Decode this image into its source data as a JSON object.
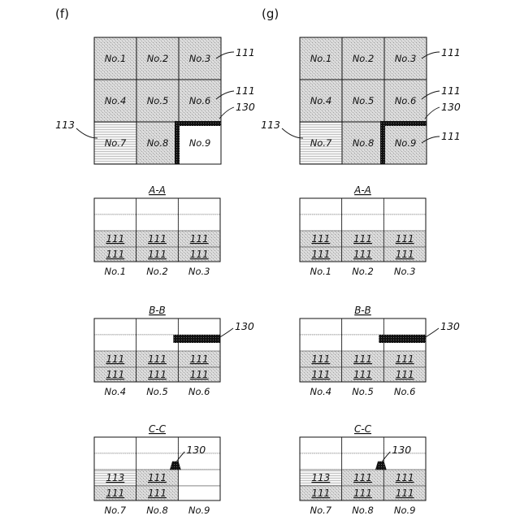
{
  "figures": [
    {
      "label": "(f)",
      "grid": [
        {
          "label": "No.1",
          "fill": "gray"
        },
        {
          "label": "No.2",
          "fill": "gray"
        },
        {
          "label": "No.3",
          "fill": "gray"
        },
        {
          "label": "No.4",
          "fill": "gray"
        },
        {
          "label": "No.5",
          "fill": "gray"
        },
        {
          "label": "No.6",
          "fill": "gray"
        },
        {
          "label": "No.7",
          "fill": "hatch"
        },
        {
          "label": "No.8",
          "fill": "gray"
        },
        {
          "label": "No.9",
          "fill": "white"
        }
      ],
      "grid_refs": [
        {
          "text": "111",
          "at": "row1-right"
        },
        {
          "text": "111",
          "at": "row2-right"
        },
        {
          "text": "130",
          "at": "wall-right"
        },
        {
          "text": "113",
          "at": "row3-left"
        }
      ],
      "sections": [
        {
          "title": "A-A",
          "rows": [
            [
              "",
              "",
              ""
            ],
            [
              "",
              "",
              ""
            ],
            [
              "111",
              "111",
              "111"
            ],
            [
              "111",
              "111",
              "111"
            ]
          ],
          "row_fills": [
            [
              "white",
              "white",
              "white"
            ],
            [
              "white",
              "white",
              "white"
            ],
            [
              "gray",
              "gray",
              "gray"
            ],
            [
              "gray",
              "gray",
              "gray"
            ]
          ],
          "cols": [
            "No.1",
            "No.2",
            "No.3"
          ],
          "wall": "none",
          "ref": ""
        },
        {
          "title": "B-B",
          "rows": [
            [
              "",
              "",
              ""
            ],
            [
              "",
              "",
              ""
            ],
            [
              "111",
              "111",
              "111"
            ],
            [
              "111",
              "111",
              "111"
            ]
          ],
          "row_fills": [
            [
              "white",
              "white",
              "white"
            ],
            [
              "white",
              "white",
              "white"
            ],
            [
              "gray",
              "gray",
              "gray"
            ],
            [
              "gray",
              "gray",
              "gray"
            ]
          ],
          "cols": [
            "No.4",
            "No.5",
            "No.6"
          ],
          "wall": "bar",
          "ref": "130"
        },
        {
          "title": "C-C",
          "rows": [
            [
              "",
              "",
              ""
            ],
            [
              "",
              "",
              ""
            ],
            [
              "113",
              "111",
              ""
            ],
            [
              "111",
              "111",
              ""
            ]
          ],
          "row_fills": [
            [
              "white",
              "white",
              "white"
            ],
            [
              "white",
              "white",
              "white"
            ],
            [
              "hatch",
              "gray",
              "white"
            ],
            [
              "gray",
              "gray",
              "white"
            ]
          ],
          "cols": [
            "No.7",
            "No.8",
            "No.9"
          ],
          "wall": "trapezoid",
          "ref": "130"
        }
      ]
    },
    {
      "label": "(g)",
      "grid": [
        {
          "label": "No.1",
          "fill": "gray"
        },
        {
          "label": "No.2",
          "fill": "gray"
        },
        {
          "label": "No.3",
          "fill": "gray"
        },
        {
          "label": "No.4",
          "fill": "gray"
        },
        {
          "label": "No.5",
          "fill": "gray"
        },
        {
          "label": "No.6",
          "fill": "gray"
        },
        {
          "label": "No.7",
          "fill": "hatch"
        },
        {
          "label": "No.8",
          "fill": "gray"
        },
        {
          "label": "No.9",
          "fill": "gray"
        }
      ],
      "grid_refs": [
        {
          "text": "111",
          "at": "row1-right"
        },
        {
          "text": "111",
          "at": "row2-right"
        },
        {
          "text": "130",
          "at": "wall-right"
        },
        {
          "text": "111",
          "at": "row3-right"
        },
        {
          "text": "113",
          "at": "row3-left"
        }
      ],
      "sections": [
        {
          "title": "A-A",
          "rows": [
            [
              "",
              "",
              ""
            ],
            [
              "",
              "",
              ""
            ],
            [
              "111",
              "111",
              "111"
            ],
            [
              "111",
              "111",
              "111"
            ]
          ],
          "row_fills": [
            [
              "white",
              "white",
              "white"
            ],
            [
              "white",
              "white",
              "white"
            ],
            [
              "gray",
              "gray",
              "gray"
            ],
            [
              "gray",
              "gray",
              "gray"
            ]
          ],
          "cols": [
            "No.1",
            "No.2",
            "No.3"
          ],
          "wall": "none",
          "ref": ""
        },
        {
          "title": "B-B",
          "rows": [
            [
              "",
              "",
              ""
            ],
            [
              "",
              "",
              ""
            ],
            [
              "111",
              "111",
              "111"
            ],
            [
              "111",
              "111",
              "111"
            ]
          ],
          "row_fills": [
            [
              "white",
              "white",
              "white"
            ],
            [
              "white",
              "white",
              "white"
            ],
            [
              "gray",
              "gray",
              "gray"
            ],
            [
              "gray",
              "gray",
              "gray"
            ]
          ],
          "cols": [
            "No.4",
            "No.5",
            "No.6"
          ],
          "wall": "bar",
          "ref": "130"
        },
        {
          "title": "C-C",
          "rows": [
            [
              "",
              "",
              ""
            ],
            [
              "",
              "",
              ""
            ],
            [
              "113",
              "111",
              "111"
            ],
            [
              "111",
              "111",
              "111"
            ]
          ],
          "row_fills": [
            [
              "white",
              "white",
              "white"
            ],
            [
              "white",
              "white",
              "white"
            ],
            [
              "hatch",
              "gray",
              "gray"
            ],
            [
              "gray",
              "gray",
              "gray"
            ]
          ],
          "cols": [
            "No.7",
            "No.8",
            "No.9"
          ],
          "wall": "trapezoid",
          "ref": "130"
        }
      ]
    }
  ],
  "colors": {
    "gray": "#d9d9d9",
    "hatch_bg": "#f2f2f2",
    "hatch_line": "#b5b5b5",
    "line": "#111111",
    "wall": "#111111"
  }
}
